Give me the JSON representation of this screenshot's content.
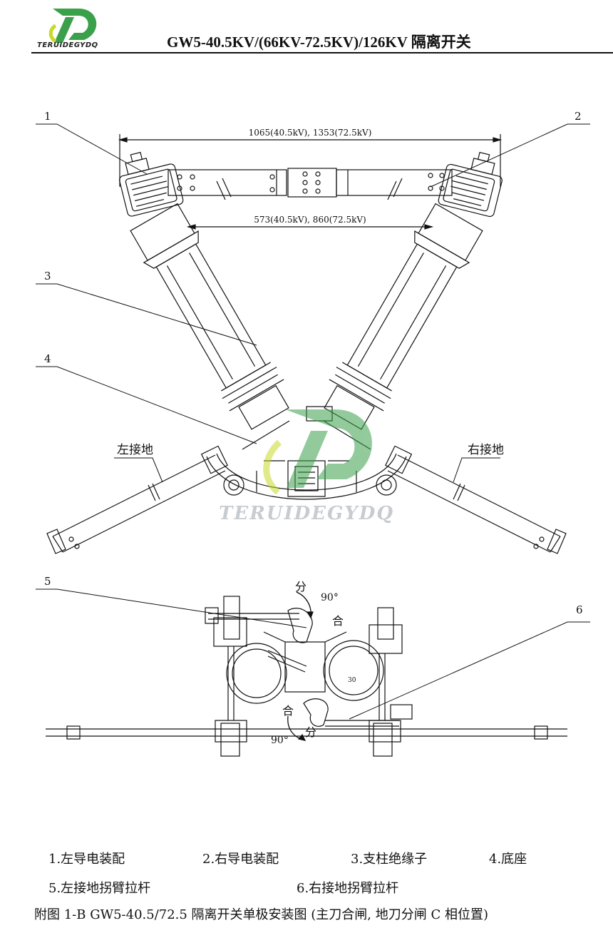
{
  "header": {
    "title": "GW5-40.5KV/(66KV-72.5KV)/126KV 隔离开关",
    "brand": "TERUIDEGYDQ"
  },
  "top_view": {
    "dim_outer": "1065(40.5kV), 1353(72.5kV)",
    "dim_inner": "573(40.5kV), 860(72.5kV)",
    "callouts": [
      "1",
      "2",
      "3",
      "4"
    ],
    "left_ground_label": "左接地",
    "right_ground_label": "右接地"
  },
  "bottom_view": {
    "callouts": [
      "5",
      "6"
    ],
    "open_label": "分",
    "close_label": "合",
    "angle_label": "90°",
    "hub_label": "30"
  },
  "watermark": "TERUIDEGYDQ",
  "legend": {
    "item1": "1.左导电装配",
    "item2": "2.右导电装配",
    "item3": "3.支柱绝缘子",
    "item4": "4.底座",
    "item5": "5.左接地拐臂拉杆",
    "item6": "6.右接地拐臂拉杆"
  },
  "caption": "附图 1-B    GW5-40.5/72.5 隔离开关单极安装图 (主刀合闸, 地刀分闸 C 相位置)",
  "colors": {
    "logo_green": "#3aa04a",
    "logo_yellow": "#c9d92a",
    "watermark_gray": "#9aa4ad"
  }
}
